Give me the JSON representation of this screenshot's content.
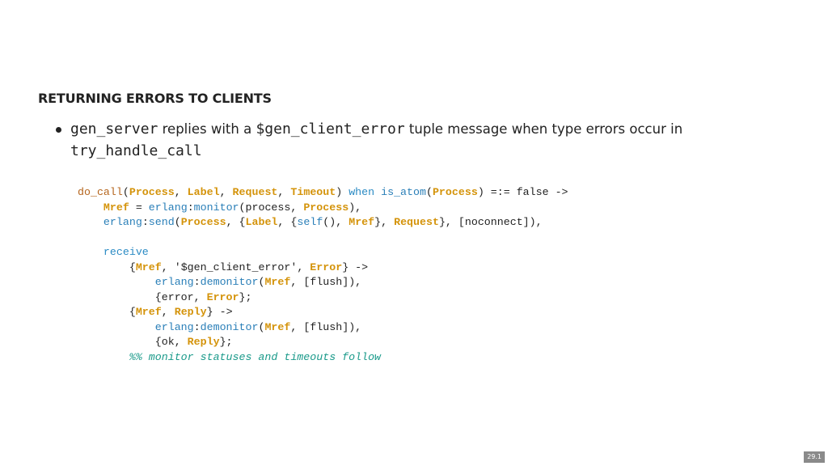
{
  "slide": {
    "title": "RETURNING ERRORS TO CLIENTS",
    "bullet": {
      "code1": "gen_server",
      "text1": " replies with a ",
      "code2": "$gen_client_error",
      "text2": " tuple message when type errors occur in ",
      "code3": "try_handle_call"
    },
    "code_lines": [
      [
        {
          "t": "do_call",
          "c": "fn"
        },
        {
          "t": "(",
          "c": ""
        },
        {
          "t": "Process",
          "c": "var"
        },
        {
          "t": ", ",
          "c": ""
        },
        {
          "t": "Label",
          "c": "var"
        },
        {
          "t": ", ",
          "c": ""
        },
        {
          "t": "Request",
          "c": "var"
        },
        {
          "t": ", ",
          "c": ""
        },
        {
          "t": "Timeout",
          "c": "var"
        },
        {
          "t": ") ",
          "c": ""
        },
        {
          "t": "when",
          "c": "kw"
        },
        {
          "t": " ",
          "c": ""
        },
        {
          "t": "is_atom",
          "c": "mod"
        },
        {
          "t": "(",
          "c": ""
        },
        {
          "t": "Process",
          "c": "var"
        },
        {
          "t": ") =:= false ->",
          "c": ""
        }
      ],
      [
        {
          "t": "    ",
          "c": ""
        },
        {
          "t": "Mref",
          "c": "var"
        },
        {
          "t": " = ",
          "c": ""
        },
        {
          "t": "erlang",
          "c": "mod"
        },
        {
          "t": ":",
          "c": ""
        },
        {
          "t": "monitor",
          "c": "mod"
        },
        {
          "t": "(process, ",
          "c": ""
        },
        {
          "t": "Process",
          "c": "var"
        },
        {
          "t": "),",
          "c": ""
        }
      ],
      [
        {
          "t": "    ",
          "c": ""
        },
        {
          "t": "erlang",
          "c": "mod"
        },
        {
          "t": ":",
          "c": ""
        },
        {
          "t": "send",
          "c": "mod"
        },
        {
          "t": "(",
          "c": ""
        },
        {
          "t": "Process",
          "c": "var"
        },
        {
          "t": ", {",
          "c": ""
        },
        {
          "t": "Label",
          "c": "var"
        },
        {
          "t": ", {",
          "c": ""
        },
        {
          "t": "self",
          "c": "mod"
        },
        {
          "t": "(), ",
          "c": ""
        },
        {
          "t": "Mref",
          "c": "var"
        },
        {
          "t": "}, ",
          "c": ""
        },
        {
          "t": "Request",
          "c": "var"
        },
        {
          "t": "}, [noconnect]),",
          "c": ""
        }
      ],
      [],
      [
        {
          "t": "    ",
          "c": ""
        },
        {
          "t": "receive",
          "c": "kw"
        }
      ],
      [
        {
          "t": "        {",
          "c": ""
        },
        {
          "t": "Mref",
          "c": "var"
        },
        {
          "t": ", '$gen_client_error', ",
          "c": ""
        },
        {
          "t": "Error",
          "c": "var"
        },
        {
          "t": "} ->",
          "c": ""
        }
      ],
      [
        {
          "t": "            ",
          "c": ""
        },
        {
          "t": "erlang",
          "c": "mod"
        },
        {
          "t": ":",
          "c": ""
        },
        {
          "t": "demonitor",
          "c": "mod"
        },
        {
          "t": "(",
          "c": ""
        },
        {
          "t": "Mref",
          "c": "var"
        },
        {
          "t": ", [flush]),",
          "c": ""
        }
      ],
      [
        {
          "t": "            {error, ",
          "c": ""
        },
        {
          "t": "Error",
          "c": "var"
        },
        {
          "t": "};",
          "c": ""
        }
      ],
      [
        {
          "t": "        {",
          "c": ""
        },
        {
          "t": "Mref",
          "c": "var"
        },
        {
          "t": ", ",
          "c": ""
        },
        {
          "t": "Reply",
          "c": "var"
        },
        {
          "t": "} ->",
          "c": ""
        }
      ],
      [
        {
          "t": "            ",
          "c": ""
        },
        {
          "t": "erlang",
          "c": "mod"
        },
        {
          "t": ":",
          "c": ""
        },
        {
          "t": "demonitor",
          "c": "mod"
        },
        {
          "t": "(",
          "c": ""
        },
        {
          "t": "Mref",
          "c": "var"
        },
        {
          "t": ", [flush]),",
          "c": ""
        }
      ],
      [
        {
          "t": "            {ok, ",
          "c": ""
        },
        {
          "t": "Reply",
          "c": "var"
        },
        {
          "t": "};",
          "c": ""
        }
      ],
      [
        {
          "t": "        ",
          "c": ""
        },
        {
          "t": "%% monitor statuses and timeouts follow",
          "c": "cm"
        }
      ]
    ],
    "slide_number": "29.1"
  }
}
